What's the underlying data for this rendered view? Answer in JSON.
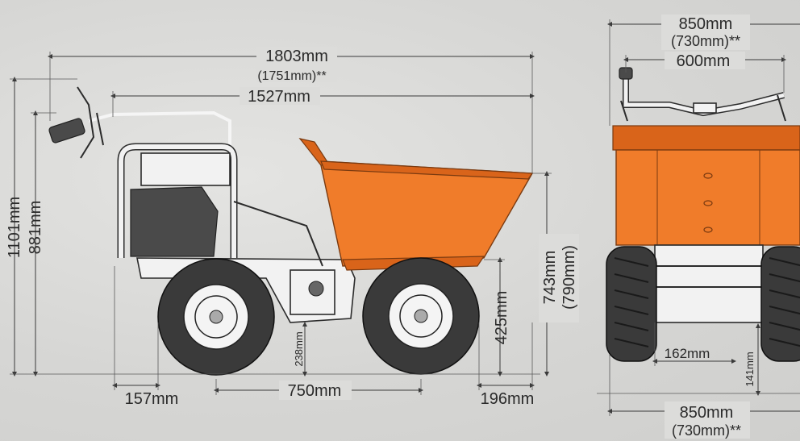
{
  "side_view": {
    "overall_length": "1803mm",
    "overall_length_alt": "(1751mm)**",
    "handle_length": "1527mm",
    "overall_height": "1101mm",
    "handle_height": "881mm",
    "rear_overhang": "157mm",
    "wheelbase": "750mm",
    "front_overhang": "196mm",
    "ground_clearance": "238mm",
    "axle_to_lip": "425mm",
    "skip_height": "743mm",
    "skip_height_alt": "(790mm)"
  },
  "front_view": {
    "top_width": "850mm",
    "top_width_alt": "(730mm)**",
    "handle_width": "600mm",
    "tyre_width": "162mm",
    "clearance": "141mm",
    "bottom_width": "850mm",
    "bottom_width_alt": "(730mm)**"
  },
  "colors": {
    "skip": "#f07c2a",
    "frame": "#2b2b2b",
    "background": "#d8d8d6"
  }
}
